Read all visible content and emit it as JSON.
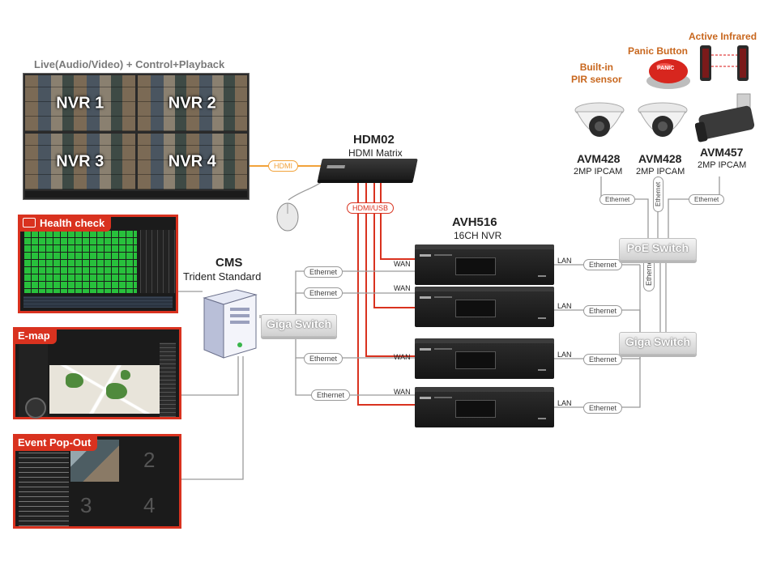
{
  "video_wall": {
    "title": "Live(Audio/Video) + Control+Playback",
    "tiles": [
      "NVR 1",
      "NVR 2",
      "NVR 3",
      "NVR 4"
    ]
  },
  "hdmi_link": "HDMI",
  "hdm02": {
    "model": "HDM02",
    "desc": "HDMI Matrix"
  },
  "hdmi_usb_link": "HDMI/USB",
  "health_check": {
    "label": "Health check"
  },
  "emap": {
    "label": "E-map"
  },
  "event_popout": {
    "label": "Event Pop-Out",
    "cells": [
      "2",
      "3",
      "4"
    ]
  },
  "cms": {
    "title": "CMS",
    "desc": "Trident Standard"
  },
  "giga_switch_left": "Giga Switch",
  "giga_switch_right": "Giga Switch",
  "poe_switch": "PoE Switch",
  "nvr": {
    "model": "AVH516",
    "desc": "16CH NVR"
  },
  "port_labels": {
    "wan": "WAN",
    "lan": "LAN"
  },
  "ethernet": "Ethernet",
  "sensors": {
    "pir": "Built-in\nPIR sensor",
    "panic": "Panic Button",
    "panic_face": "PANIC",
    "infrared": "Active Infrared"
  },
  "cameras": [
    {
      "model": "AVM428",
      "desc": "2MP IPCAM"
    },
    {
      "model": "AVM428",
      "desc": "2MP IPCAM"
    },
    {
      "model": "AVM457",
      "desc": "2MP IPCAM"
    }
  ],
  "colors": {
    "accent_red": "#d9321f",
    "hdmi_orange": "#f2a23a",
    "sensor_label": "#c8671e",
    "health_green": "#28c03c"
  }
}
